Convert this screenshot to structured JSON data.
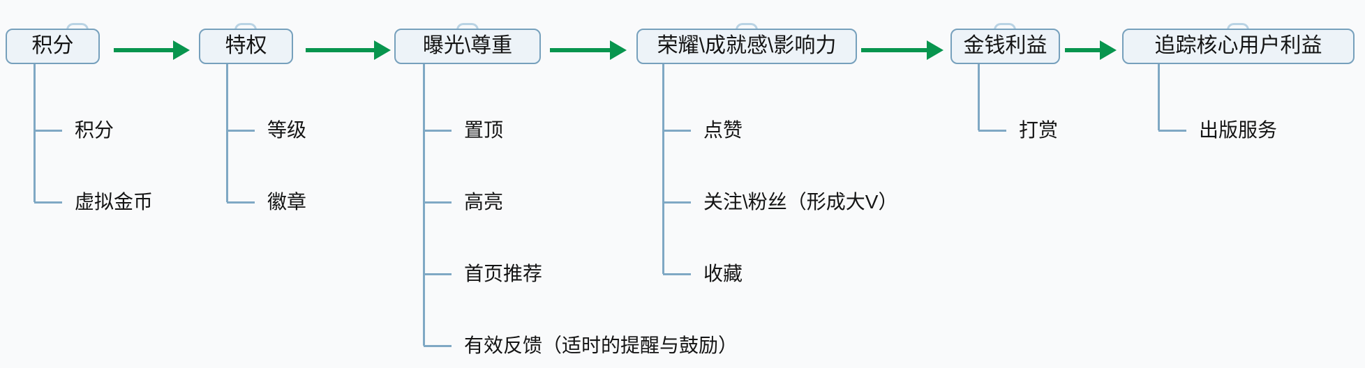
{
  "colors": {
    "arrow_green": "#08954e",
    "connector_blue": "#7fa8c4",
    "arc_blue": "#b9d3e4",
    "box_border": "#76a0bc",
    "box_fill": "#edf3f8",
    "canvas_bg": "#f9fafb",
    "text_color": "#141414"
  },
  "diagram": {
    "type": "flow-mindmap",
    "stages": [
      {
        "label": "积分",
        "children": [
          "积分",
          "虚拟金币"
        ]
      },
      {
        "label": "特权",
        "children": [
          "等级",
          "徽章"
        ]
      },
      {
        "label": "曝光\\尊重",
        "children": [
          "置顶",
          "高亮",
          "首页推荐",
          "有效反馈（适时的提醒与鼓励）"
        ]
      },
      {
        "label": "荣耀\\成就感\\影响力",
        "children": [
          "点赞",
          "关注\\粉丝（形成大V）",
          "收藏"
        ]
      },
      {
        "label": "金钱利益",
        "children": [
          "打赏"
        ]
      },
      {
        "label": "追踪核心用户利益",
        "children": [
          "出版服务"
        ]
      }
    ]
  }
}
